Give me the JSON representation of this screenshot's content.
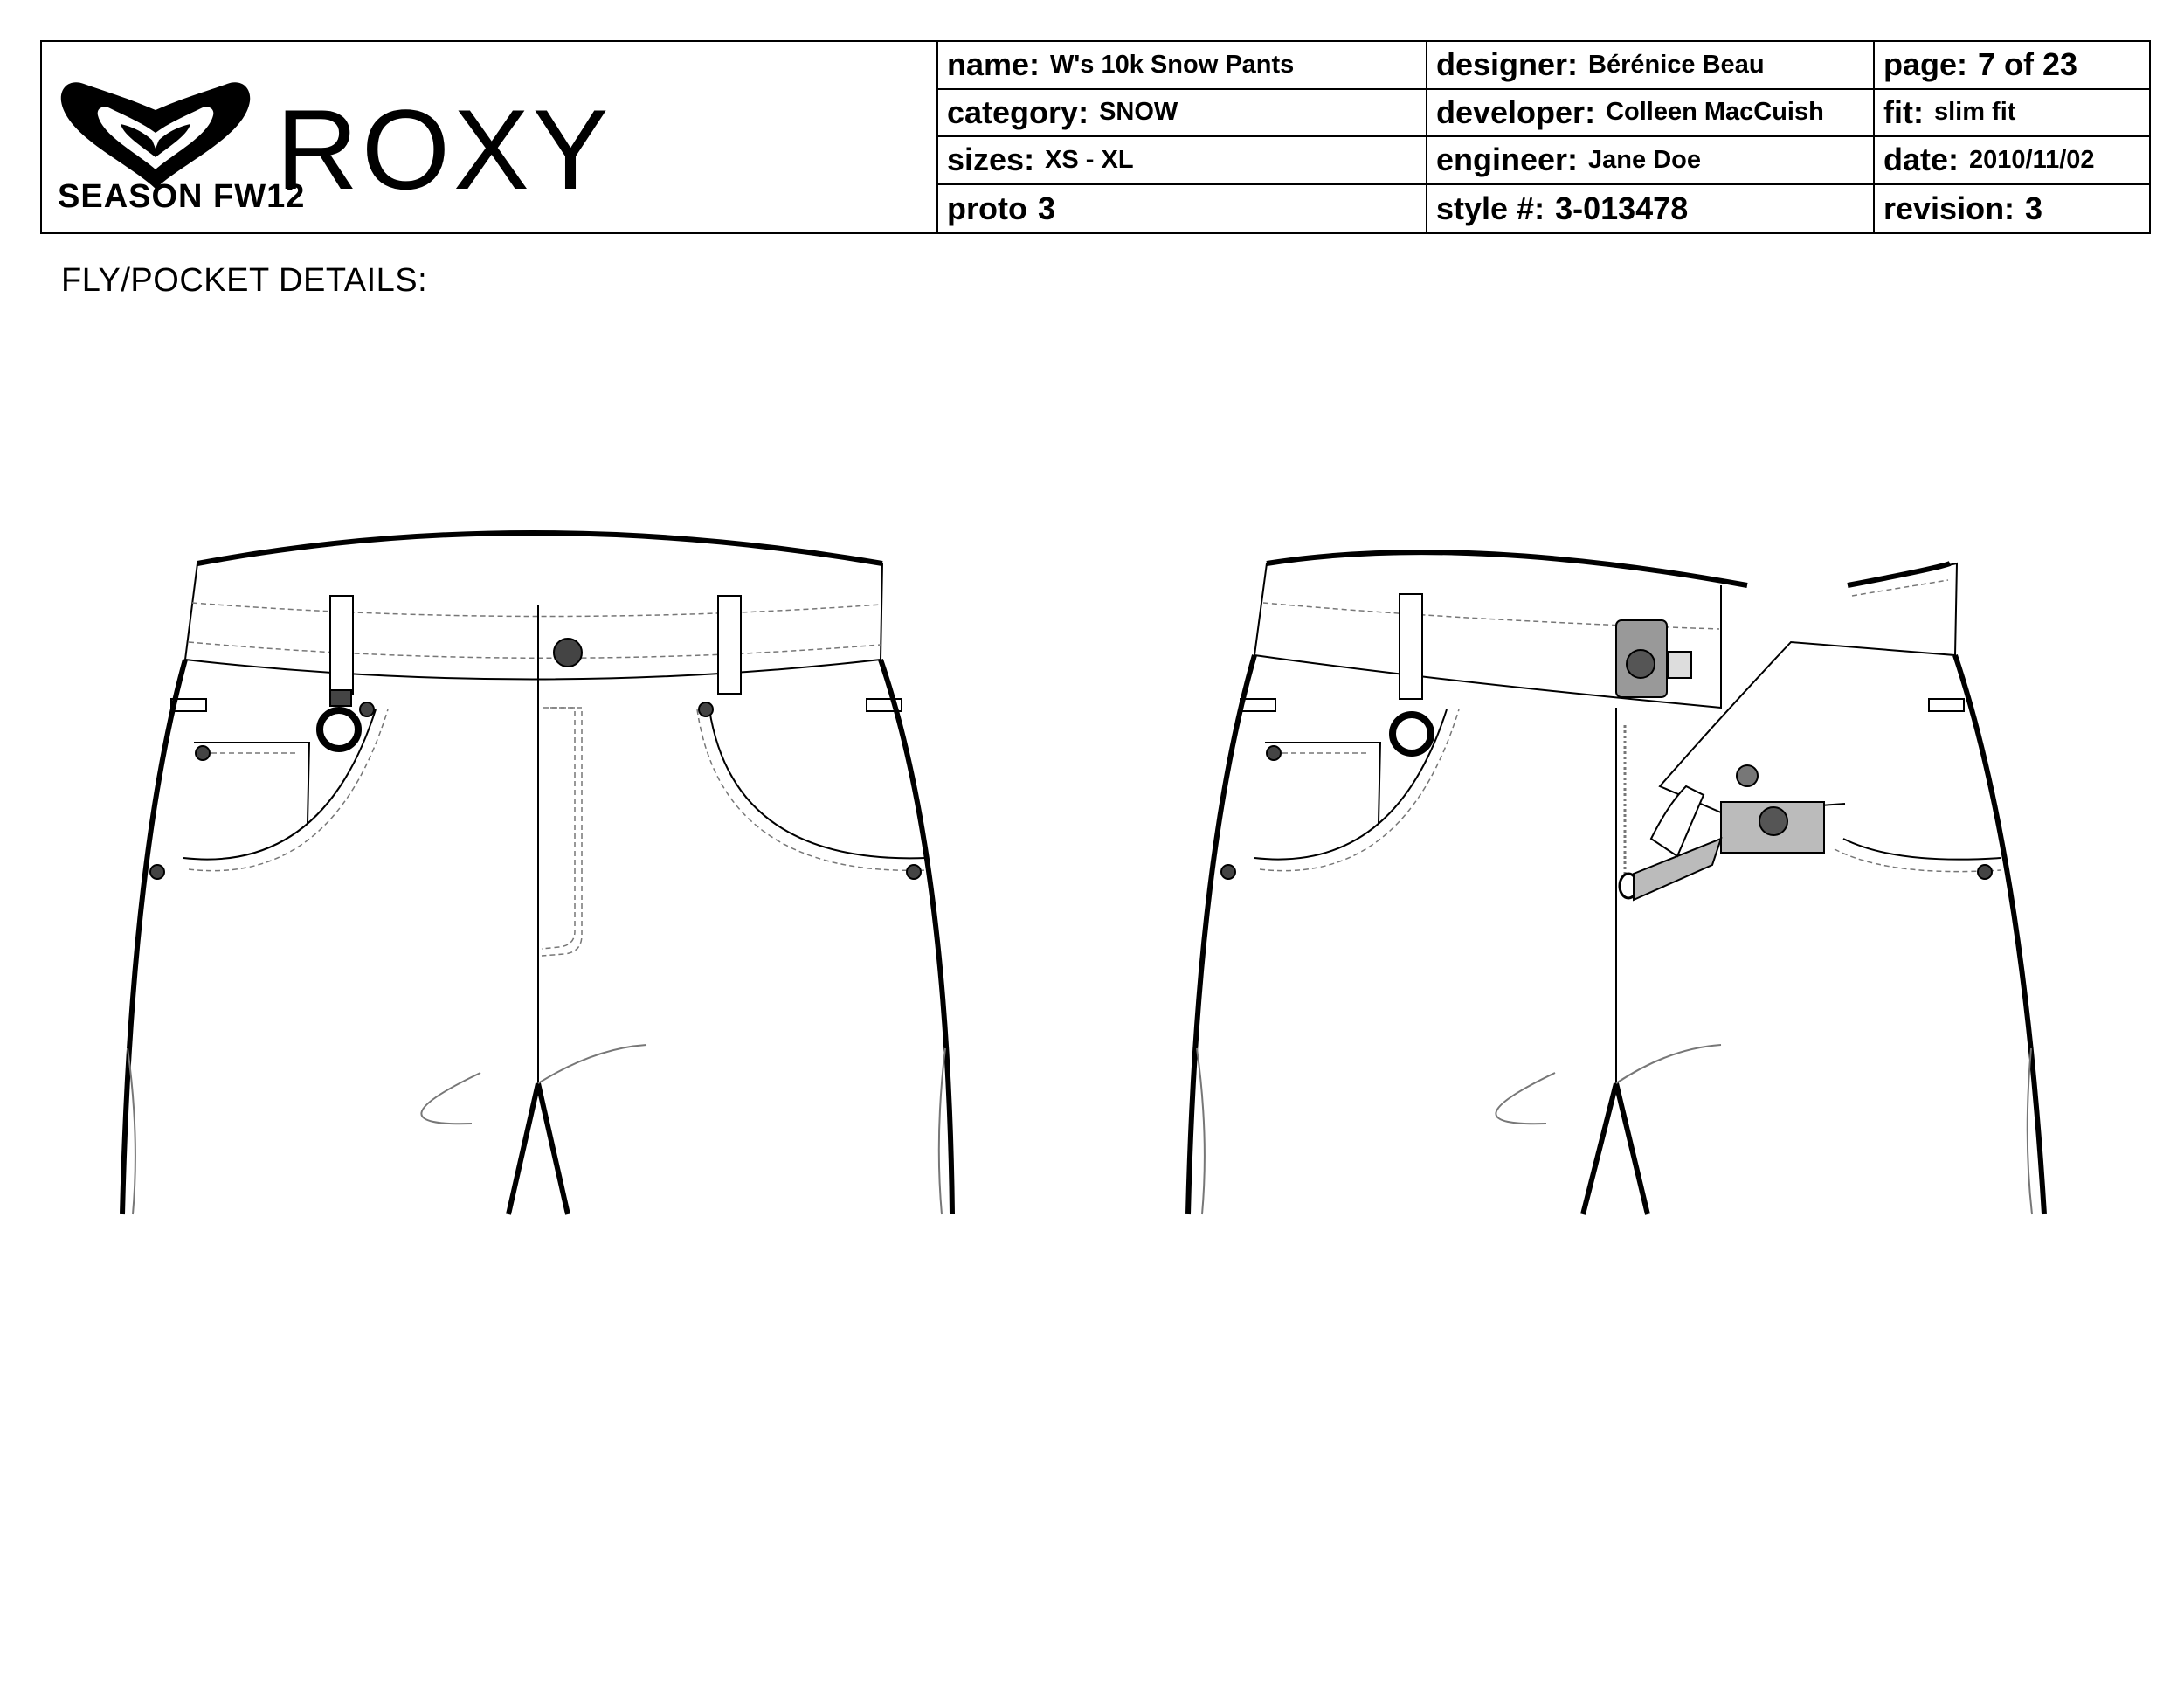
{
  "brand": {
    "logo_icon": "roxy-heart-logo",
    "wordmark": "ROXY",
    "season": "SEASON FW12"
  },
  "spec": {
    "name_label": "name:",
    "name_value": "W's 10k Snow Pants",
    "designer_label": "designer:",
    "designer_value": "Bérénice Beau",
    "page_label": "page:",
    "page_value": "7 of 23",
    "category_label": "category:",
    "category_value": "SNOW",
    "developer_label": "developer:",
    "developer_value": "Colleen MacCuish",
    "fit_label": "fit:",
    "fit_value": "slim fit",
    "sizes_label": "sizes:",
    "sizes_value": "XS - XL",
    "engineer_label": "engineer:",
    "engineer_value": "Jane Doe",
    "date_label": "date:",
    "date_value": "2010/11/02",
    "proto_label": "proto",
    "proto_value": "3",
    "style_label": "style #:",
    "style_value": "3-013478",
    "revision_label": "revision:",
    "revision_value": "3"
  },
  "section_title": "FLY/POCKET DETAILS:",
  "sketches": [
    {
      "view": "fly-closed"
    },
    {
      "view": "fly-open"
    }
  ]
}
